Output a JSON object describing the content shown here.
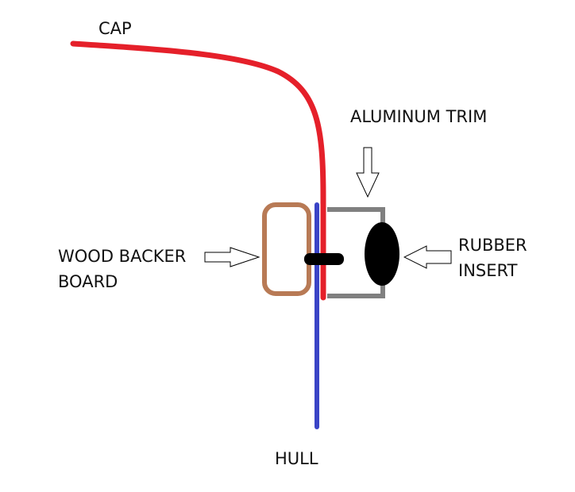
{
  "labels": {
    "cap": "CAP",
    "aluminum_trim": "ALUMINUM TRIM",
    "wood_backer_line1": "WOOD BACKER",
    "wood_backer_line2": "BOARD",
    "rubber_line1": "RUBBER",
    "rubber_line2": "INSERT",
    "hull": "HULL"
  },
  "colors": {
    "cap": "#e5202a",
    "hull": "#3a44c6",
    "wood": "#b87a55",
    "aluminum": "#808080",
    "rubber": "#000000",
    "fastener": "#000000"
  }
}
